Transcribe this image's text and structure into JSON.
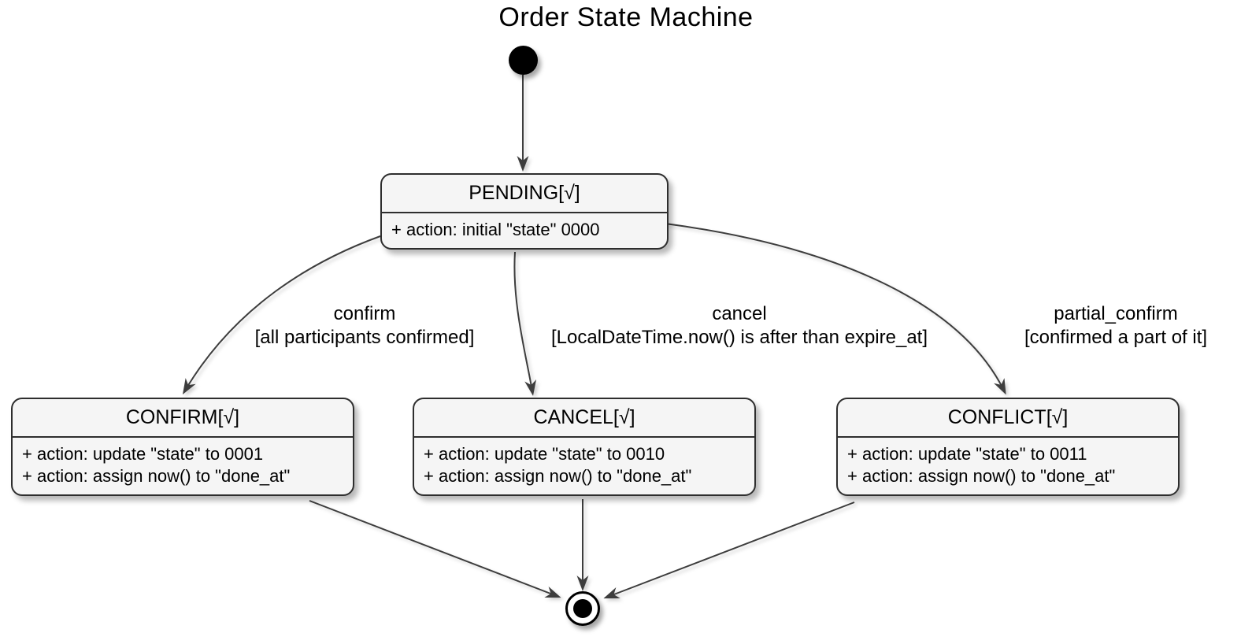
{
  "diagram_title": "Order State Machine",
  "states": [
    {
      "id": "PENDING",
      "title": "PENDING[√]",
      "actions": [
        "+ action: initial \"state\" 0000"
      ]
    },
    {
      "id": "CONFIRM",
      "title": "CONFIRM[√]",
      "actions": [
        "+ action: update \"state\" to 0001",
        "+ action: assign now() to \"done_at\""
      ]
    },
    {
      "id": "CANCEL",
      "title": "CANCEL[√]",
      "actions": [
        "+ action: update \"state\" to 0010",
        "+ action: assign now() to \"done_at\""
      ]
    },
    {
      "id": "CONFLICT",
      "title": "CONFLICT[√]",
      "actions": [
        "+ action: update \"state\" to 0011",
        "+ action: assign now() to \"done_at\""
      ]
    }
  ],
  "transitions": [
    {
      "from": "initial",
      "to": "PENDING",
      "event": "",
      "guard": ""
    },
    {
      "from": "PENDING",
      "to": "CONFIRM",
      "event": "confirm",
      "guard": "[all participants confirmed]"
    },
    {
      "from": "PENDING",
      "to": "CANCEL",
      "event": "cancel",
      "guard": "[LocalDateTime.now() is after than expire_at]"
    },
    {
      "from": "PENDING",
      "to": "CONFLICT",
      "event": "partial_confirm",
      "guard": "[confirmed a part of it]"
    },
    {
      "from": "CONFIRM",
      "to": "final",
      "event": "",
      "guard": ""
    },
    {
      "from": "CANCEL",
      "to": "final",
      "event": "",
      "guard": ""
    },
    {
      "from": "CONFLICT",
      "to": "final",
      "event": "",
      "guard": ""
    }
  ],
  "colors": {
    "background": "#ffffff",
    "state_fill": "#f5f5f5",
    "state_border": "#2e2e2e",
    "arrow": "#3d3d3d",
    "text": "#000000"
  }
}
